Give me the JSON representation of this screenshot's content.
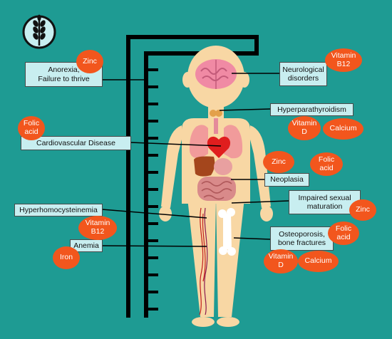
{
  "colors": {
    "background": "#1e9b93",
    "nutrient_badge": "#f2561d",
    "label_box": "#c8eef0",
    "body_skin": "#f8d7a4",
    "ruler": "#000000"
  },
  "icons": {
    "top_left": "wheat-grain-icon"
  },
  "labels": {
    "anorexia": "Anorexia,\nFailure to thrive",
    "cardiovascular": "Cardiovascular Disease",
    "hyperhomocysteinemia": "Hyperhomocysteinemia",
    "anemia": "Anemia",
    "neurological": "Neurological\ndisorders",
    "hyperparathyroidism": "Hyperparathyroidism",
    "neoplasia": "Neoplasia",
    "sexual_maturation": "Impaired sexual\nmaturation",
    "osteoporosis": "Osteoporosis,\nbone fractures"
  },
  "nutrients": {
    "anorexia_zinc": "Zinc",
    "cardio_folic": "Folic\nacid",
    "anemia_b12": "Vitamin\nB12",
    "anemia_iron": "Iron",
    "neuro_b12": "Vitamin\nB12",
    "hyperpara_vitd": "Vitamin\nD",
    "hyperpara_calcium": "Calcium",
    "neoplasia_zinc": "Zinc",
    "neoplasia_folic": "Folic\nacid",
    "maturation_zinc": "Zinc",
    "osteo_folic": "Folic\nacid",
    "osteo_vitd": "Vitamin\nD",
    "osteo_calcium": "Calcium"
  }
}
